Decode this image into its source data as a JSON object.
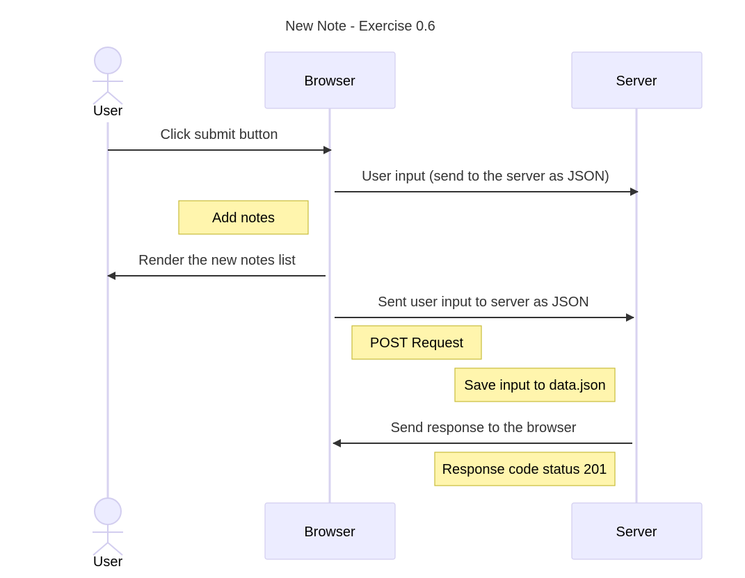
{
  "diagram": {
    "title": "New Note - Exercise 0.6",
    "participants": [
      {
        "id": "user",
        "label": "User",
        "kind": "actor"
      },
      {
        "id": "browser",
        "label": "Browser",
        "kind": "participant"
      },
      {
        "id": "server",
        "label": "Server",
        "kind": "participant"
      }
    ],
    "messages": [
      {
        "from": "user",
        "to": "browser",
        "label": "Click submit button"
      },
      {
        "from": "browser",
        "to": "server",
        "label": "User input (send to the server as JSON)"
      },
      {
        "from": "browser",
        "to": "user",
        "label": "Render the new notes list"
      },
      {
        "from": "browser",
        "to": "server",
        "label": "Sent user input to server as JSON"
      },
      {
        "from": "server",
        "to": "browser",
        "label": "Send response to the browser"
      }
    ],
    "notes": [
      {
        "label": "Add notes"
      },
      {
        "label": "POST Request"
      },
      {
        "label": "Save input to data.json"
      },
      {
        "label": "Response code status 201"
      }
    ]
  }
}
